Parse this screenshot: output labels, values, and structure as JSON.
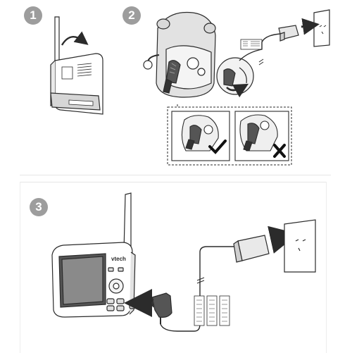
{
  "steps": [
    {
      "number": "1"
    },
    {
      "number": "2"
    },
    {
      "number": "3"
    }
  ],
  "icons": {
    "correct": "check-mark-icon",
    "incorrect": "x-mark-icon"
  },
  "colors": {
    "step_badge": "#9d9d9d",
    "line_art": "#2b2b2b",
    "fill_light": "#e9e9e9",
    "fill_mid": "#cfcfcf",
    "fill_dark": "#555555"
  },
  "parent_unit": {
    "brand": "vtech"
  }
}
